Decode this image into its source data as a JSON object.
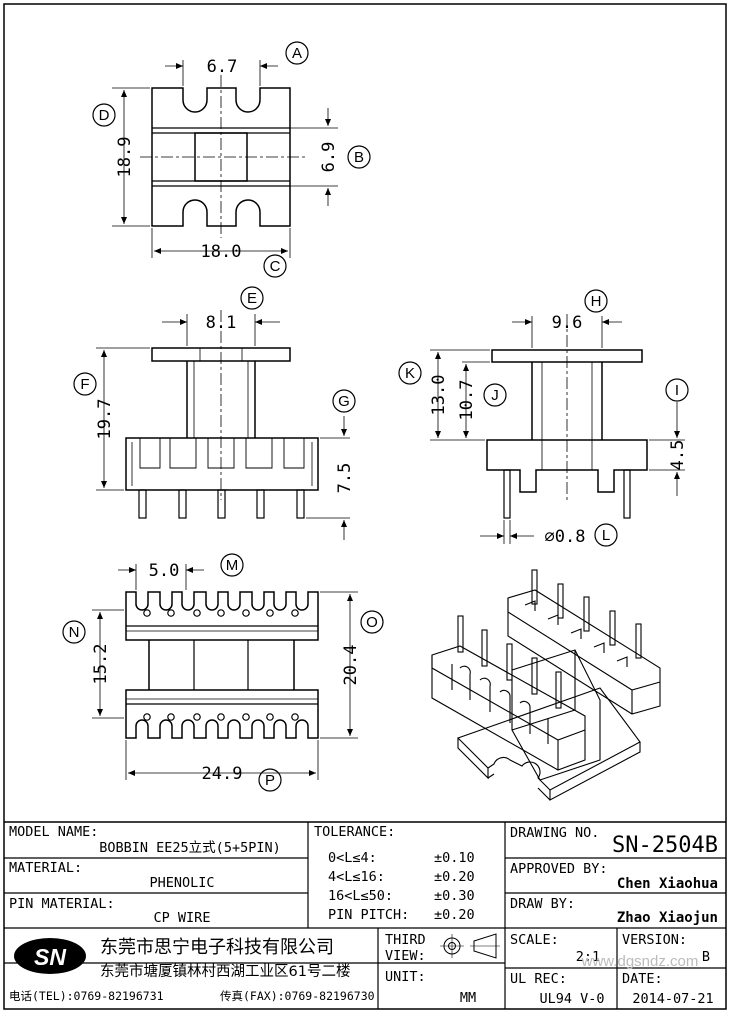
{
  "dimensions": {
    "a": {
      "letter": "A",
      "value": "6.7"
    },
    "b": {
      "letter": "B",
      "value": "6.9"
    },
    "c": {
      "letter": "C",
      "value": "18.0"
    },
    "d": {
      "letter": "D",
      "value": "18.9"
    },
    "e": {
      "letter": "E",
      "value": "8.1"
    },
    "f": {
      "letter": "F",
      "value": "19.7"
    },
    "g": {
      "letter": "G",
      "value": "7.5"
    },
    "h": {
      "letter": "H",
      "value": "9.6"
    },
    "i": {
      "letter": "I",
      "value": "4.5"
    },
    "j": {
      "letter": "J",
      "value": "10.7"
    },
    "k": {
      "letter": "K",
      "value": "13.0"
    },
    "l": {
      "letter": "L",
      "value": "⌀0.8"
    },
    "m": {
      "letter": "M",
      "value": "5.0"
    },
    "n": {
      "letter": "N",
      "value": "15.2"
    },
    "o": {
      "letter": "O",
      "value": "20.4"
    },
    "p": {
      "letter": "P",
      "value": "24.9"
    }
  },
  "title_block": {
    "model_label": "MODEL NAME:",
    "model_value": "BOBBIN EE25立式(5+5PIN)",
    "material_label": "MATERIAL:",
    "material_value": "PHENOLIC",
    "pin_material_label": "PIN MATERIAL:",
    "pin_material_value": "CP WIRE",
    "tolerance_label": "TOLERANCE:",
    "tolerance_rows": [
      {
        "range": "0<L≤4:",
        "value": "±0.10"
      },
      {
        "range": "4<L≤16:",
        "value": "±0.20"
      },
      {
        "range": "16<L≤50:",
        "value": "±0.30"
      },
      {
        "range": "PIN PITCH:",
        "value": "±0.20"
      }
    ],
    "drawing_no_label": "DRAWING NO.",
    "drawing_no_value": "SN-2504B",
    "approved_label": "APPROVED BY:",
    "approved_value": "Chen Xiaohua",
    "draw_label": "DRAW BY:",
    "draw_value": "Zhao Xiaojun",
    "logo_text": "SN",
    "company_name": "东莞市思宁电子科技有限公司",
    "company_address": "东莞市塘厦镇林村西湖工业区61号二楼",
    "tel": "电话(TEL):0769-82196731",
    "fax": "传真(FAX):0769-82196730",
    "third_view_label1": "THIRD",
    "third_view_label2": "VIEW:",
    "unit_label": "UNIT:",
    "unit_value": "MM",
    "scale_label": "SCALE:",
    "scale_value": "2:1",
    "version_label": "VERSION:",
    "version_value": "B",
    "ul_label": "UL REC:",
    "ul_value": "UL94 V-0",
    "date_label": "DATE:",
    "date_value": "2014-07-21",
    "watermark": "www.dgsndz.com"
  }
}
